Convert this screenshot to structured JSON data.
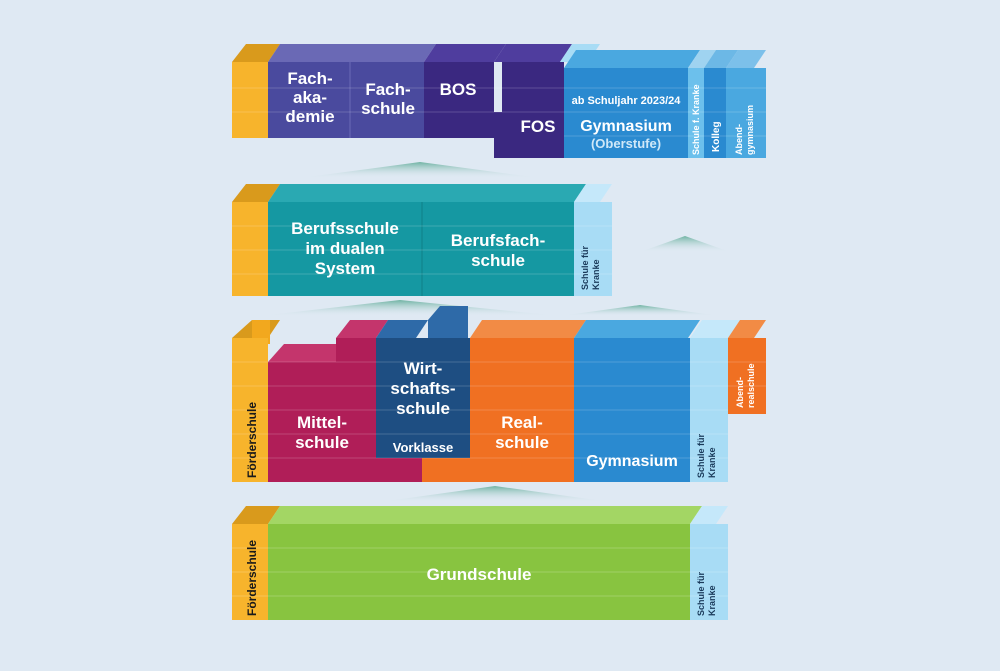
{
  "level_top": {
    "fachakademie": [
      "Fach-",
      "aka-",
      "demie"
    ],
    "fachschule": [
      "Fach-",
      "schule"
    ],
    "bos": "BOS",
    "fos": "FOS",
    "gym_note": "ab Schuljahr 2023/24",
    "gymnasium": "Gymnasium",
    "oberstufe": "(Oberstufe)",
    "schule_kranke": "Schule f. Kranke",
    "kolleg": "Kolleg",
    "abendgymnasium": [
      "Abend-",
      "gymnasium"
    ]
  },
  "level_vocational": {
    "berufsschule": [
      "Berufsschule",
      "im dualen",
      "System"
    ],
    "berufsfachschule": [
      "Berufsfach-",
      "schule"
    ],
    "schule_kranke": [
      "Schule für",
      "Kranke"
    ]
  },
  "level_secondary": {
    "foerderschule": "Förderschule",
    "mittelschule": [
      "Mittel-",
      "schule"
    ],
    "wirtschaftsschule": [
      "Wirt-",
      "schafts-",
      "schule"
    ],
    "vorklasse": "Vorklasse",
    "realschule": [
      "Real-",
      "schule"
    ],
    "gymnasium": "Gymnasium",
    "schule_kranke": [
      "Schule für",
      "Kranke"
    ],
    "abendrealschule": [
      "Abend-",
      "realschule"
    ]
  },
  "level_primary": {
    "foerderschule": "Förderschule",
    "grundschule": "Grundschule",
    "schule_kranke": [
      "Schule für",
      "Kranke"
    ]
  },
  "colors": {
    "background": "#dfe9f3",
    "foerder": "#f7b42c",
    "fachakademie": "#4a4a9e",
    "bos_fos": "#3a2880",
    "gym_blue": "#2a8ad0",
    "gym_light": "#4aa8e0",
    "kranke": "#a8dcf5",
    "teal": "#1598a2",
    "mittel": "#b01e58",
    "wirtschaft": "#1e4e82",
    "real": "#f07022",
    "grund": "#88c440"
  }
}
